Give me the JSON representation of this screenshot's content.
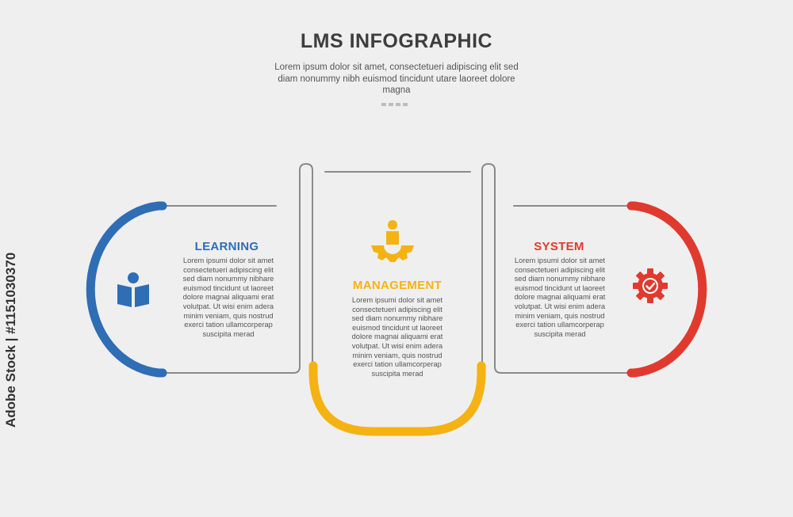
{
  "header": {
    "title": "LMS INFOGRAPHIC",
    "subtitle": "Lorem ipsum dolor sit amet, consectetueri adipiscing elit sed diam nonummy nibh euismod tincidunt utare laoreet dolore magna"
  },
  "items": [
    {
      "heading": "LEARNING",
      "body": "Lorem ipsumi dolor sit amet consectetueri adipiscing elit sed diam nonummy nibhare euismod tincidunt ut laoreet dolore magnai aliquami erat volutpat. Ut wisi enim adera minim veniam, quis nostrud exerci tation ullamcorperap suscipita merad",
      "color": "#2f6db5",
      "icon": "book-reader-icon"
    },
    {
      "heading": "MANAGEMENT",
      "body": "Lorem ipsumi dolor sit amet consectetueri adipiscing elit sed diam nonummy nibhare euismod tincidunt ut laoreet dolore magnai aliquami erat volutpat. Ut wisi enim adera minim veniam, quis nostrud exerci tation ullamcorperap suscipita merad",
      "color": "#f5b213",
      "icon": "manager-gear-icon"
    },
    {
      "heading": "SYSTEM",
      "body": "Lorem ipsumi dolor sit amet consectetueri adipiscing elit sed diam nonummy nibhare euismod tincidunt ut laoreet dolore magnai aliquami erat volutpat. Ut wisi enim adera minim veniam, quis nostrud exerci tation ullamcorperap suscipita merad",
      "color": "#e03a2f",
      "icon": "gear-check-icon"
    }
  ],
  "watermark": {
    "text": "Adobe Stock | #1151030370"
  }
}
